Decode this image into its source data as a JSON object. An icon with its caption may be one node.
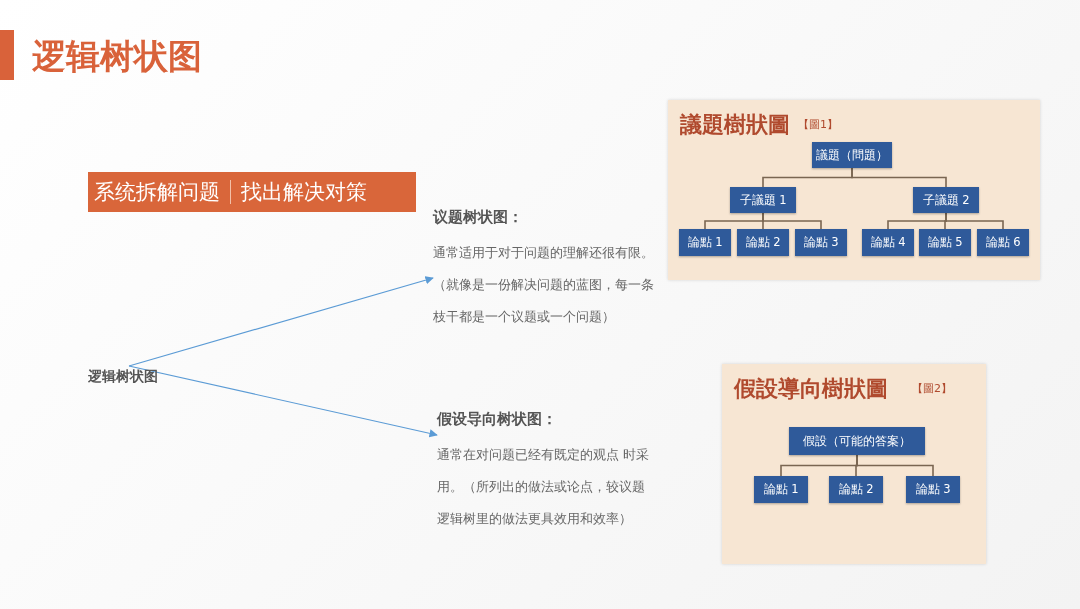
{
  "diagram": {
    "title": "逻辑树状图",
    "nodes": [
      {
        "text": [
          "系统拆解问题",
          "找出解决对策"
        ]
      },
      {
        "text": [
          "议题树状图：",
          "通常适用于对于问题的理解还很有限。",
          "（就像是一份解决问题的蓝图，每一条枝干都是一个议题或一个问题）"
        ]
      },
      {
        "text": [
          "逻辑树状图"
        ]
      },
      {
        "text": [
          "假设导向树状图：",
          "通常在对问题已经有既定的观点 时采用。（所列出的做法或论点，较议题逻辑树里的做法更具效用和效率）"
        ]
      },
      {
        "text": [
          "議題樹狀圖",
          "【圖1】"
        ]
      },
      {
        "text": [
          "議題（問題）"
        ],
        "in": 4
      },
      {
        "text": [
          "子議題 1"
        ],
        "in": 4
      },
      {
        "text": [
          "子議題 2"
        ],
        "in": 4
      },
      {
        "text": [
          "論點 1"
        ],
        "in": 4
      },
      {
        "text": [
          "論點 2"
        ],
        "in": 4
      },
      {
        "text": [
          "論點 3"
        ],
        "in": 4
      },
      {
        "text": [
          "論點 4"
        ],
        "in": 4
      },
      {
        "text": [
          "論點 5"
        ],
        "in": 4
      },
      {
        "text": [
          "論點 6"
        ],
        "in": 4
      },
      {
        "text": [
          "假設導向樹狀圖",
          "【圖2】"
        ]
      },
      {
        "text": [
          "假設（可能的答案）"
        ],
        "in": 14
      },
      {
        "text": [
          "論點 1"
        ],
        "in": 14
      },
      {
        "text": [
          "論點 2"
        ],
        "in": 14
      },
      {
        "text": [
          "論點 3"
        ],
        "in": 14
      }
    ],
    "edges": [
      {
        "from": 2,
        "to": 1,
        "arrow": "to",
        "color": "#5b9bd5"
      },
      {
        "from": 2,
        "to": 3,
        "arrow": "to",
        "color": "#5b9bd5"
      },
      {
        "from": 5,
        "to": 6,
        "arrow": "none",
        "color": "#7a6652"
      },
      {
        "from": 5,
        "to": 7,
        "arrow": "none",
        "color": "#7a6652"
      },
      {
        "from": 6,
        "to": 8,
        "arrow": "none",
        "color": "#7a6652"
      },
      {
        "from": 6,
        "to": 9,
        "arrow": "none",
        "color": "#7a6652"
      },
      {
        "from": 6,
        "to": 10,
        "arrow": "none",
        "color": "#7a6652"
      },
      {
        "from": 7,
        "to": 11,
        "arrow": "none",
        "color": "#7a6652"
      },
      {
        "from": 7,
        "to": 12,
        "arrow": "none",
        "color": "#7a6652"
      },
      {
        "from": 7,
        "to": 13,
        "arrow": "none",
        "color": "#7a6652"
      },
      {
        "from": 15,
        "to": 16,
        "arrow": "none",
        "color": "#7a6652"
      },
      {
        "from": 15,
        "to": 17,
        "arrow": "none",
        "color": "#7a6652"
      },
      {
        "from": 15,
        "to": 18,
        "arrow": "none",
        "color": "#7a6652"
      }
    ]
  }
}
